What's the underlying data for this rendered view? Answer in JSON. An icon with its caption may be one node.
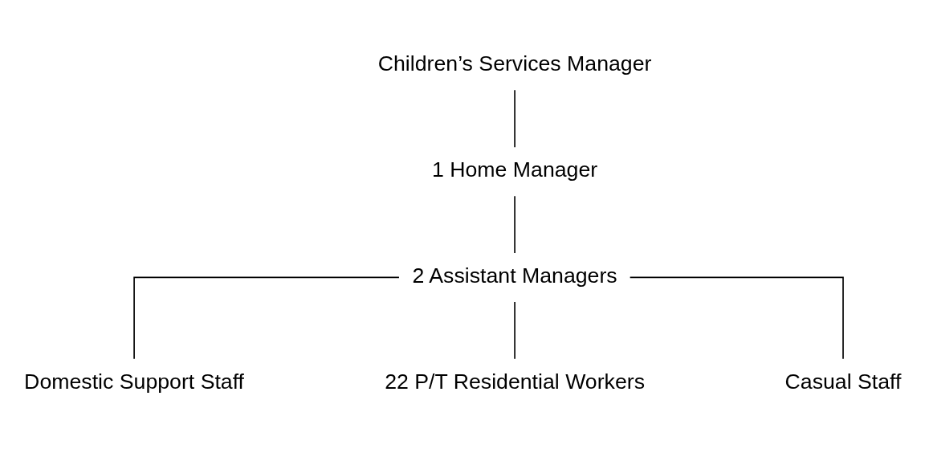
{
  "diagram": {
    "nodes": [
      {
        "text": [
          "Children’s Services Manager"
        ]
      },
      {
        "text": [
          "1 Home Manager"
        ]
      },
      {
        "text": [
          "2 Assistant Managers"
        ]
      },
      {
        "text": [
          "Domestic Support Staff"
        ]
      },
      {
        "text": [
          "22 P/T Residential Workers"
        ]
      },
      {
        "text": [
          "Casual Staff"
        ]
      }
    ],
    "edges": [
      {
        "from": 0,
        "to": 1,
        "arrow": "none"
      },
      {
        "from": 1,
        "to": 2,
        "arrow": "none"
      },
      {
        "from": 2,
        "to": 3,
        "arrow": "none"
      },
      {
        "from": 2,
        "to": 4,
        "arrow": "none"
      },
      {
        "from": 2,
        "to": 5,
        "arrow": "none"
      }
    ]
  }
}
